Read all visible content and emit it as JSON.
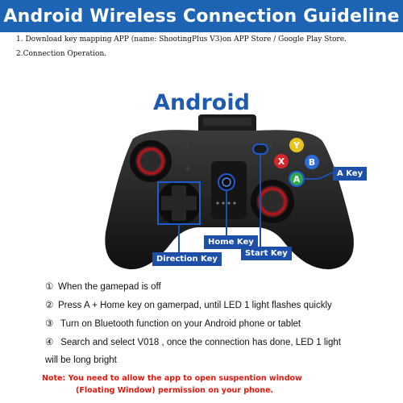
{
  "header": {
    "title": "Android Wireless Connection Guideline",
    "bg_color": "#1e64b4"
  },
  "instructions": [
    "1. Download key mapping APP (name: ShootingPlus V3)on APP Store / Google Play Store.",
    "2.Connection Operation."
  ],
  "platform_title": "Android",
  "gamepad": {
    "face_buttons": [
      "Y",
      "X",
      "B",
      "A"
    ],
    "callouts": {
      "a_key": "A Key",
      "home_key": "Home Key",
      "direction_key": "Direction Key",
      "start_key": "Start Key"
    },
    "callout_color": "#1d4fa8"
  },
  "steps": [
    {
      "num": "①",
      "text": "When the gamepad is off"
    },
    {
      "num": "②",
      "text": "Press A + Home key on gamerpad, until LED 1 light flashes quickly"
    },
    {
      "num": "③",
      "text": " Turn on Bluetooth function on your Android phone or tablet"
    },
    {
      "num": "④",
      "text": " Search and select V018 , once the connection has done,  LED 1 light",
      "continuation": "will be long bright"
    }
  ],
  "note": {
    "line1": "Note: You need to allow the app to open suspention window",
    "line2": "(Floating Window) permission on your phone.",
    "color": "#e0190f"
  }
}
